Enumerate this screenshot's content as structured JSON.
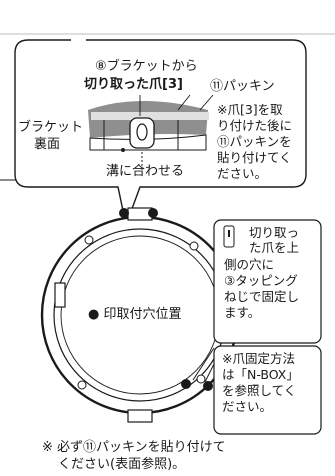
{
  "callout_top": {
    "bracket_claw_label": [
      "⑧ブラケットから",
      "切り取った爪[3]"
    ],
    "packing_label": "⑪パッキン",
    "bracket_back_label": [
      "ブラケット",
      "裏面"
    ],
    "groove_label": "溝に合わせる",
    "instruction_lines": [
      "※爪[3]を取",
      "り付けた後に",
      "⑪パッキンを",
      "貼り付けてく",
      "ださい。"
    ]
  },
  "main": {
    "mount_hole_label": "● 印取付穴位置",
    "claw_fix_lines": [
      "切り取っ",
      "た爪を上",
      "側の穴に",
      "③タッピング",
      "ねじで固定し",
      "ます。"
    ],
    "method_lines": [
      "※爪固定方法",
      "は「N-BOX」",
      "を参照してく",
      "ださい。"
    ],
    "footer_lines": [
      "※ 必ず⑪パッキンを貼り付けて",
      "ください(表面参照)。"
    ]
  },
  "colors": {
    "line": "#1a1a1a",
    "gray_part": "#9a9a9a",
    "light_gray": "#d6d6d6",
    "background": "#ffffff"
  }
}
